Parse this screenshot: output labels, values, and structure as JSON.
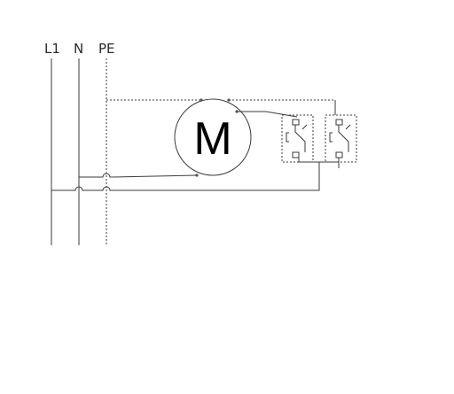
{
  "terminals": {
    "l1": "L1",
    "n": "N",
    "pe": "PE"
  },
  "motor": {
    "symbol": "M"
  },
  "switches": [
    {
      "id": "switch-1"
    },
    {
      "id": "switch-2"
    }
  ],
  "colors": {
    "wire": "#3a3a3a",
    "background": "#ffffff"
  }
}
